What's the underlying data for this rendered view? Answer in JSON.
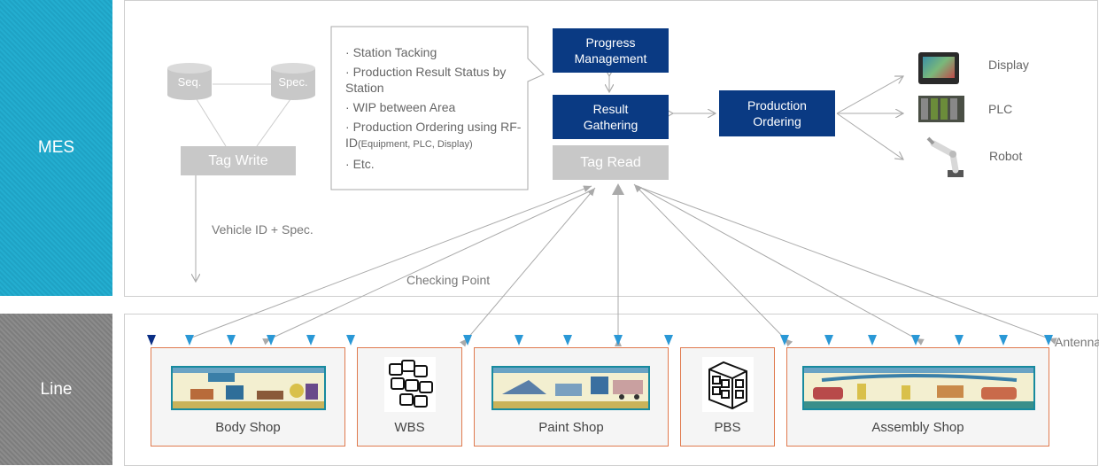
{
  "side": {
    "mes": "MES",
    "line": "Line"
  },
  "databases": [
    {
      "label": "Seq."
    },
    {
      "label": "Spec."
    }
  ],
  "tag_write": "Tag Write",
  "vehicle_label": "Vehicle ID + Spec.",
  "checking_point": "Checking Point",
  "functions": {
    "items": [
      "Station Tacking",
      "Production Result Status by Station",
      "WIP between Area"
    ],
    "ordering_main": "Production Ordering using RF-ID",
    "ordering_sub": "(Equipment, PLC, Display)",
    "etc": "Etc."
  },
  "progress_management": "Progress Management",
  "result_gathering": "Result Gathering",
  "tag_read": "Tag Read",
  "production_ordering": "Production Ordering",
  "devices": [
    {
      "label": "Display",
      "icon": "display-panel-icon"
    },
    {
      "label": "PLC",
      "icon": "plc-icon"
    },
    {
      "label": "Robot",
      "icon": "robot-arm-icon"
    }
  ],
  "antenna": "Antenna",
  "shops": [
    {
      "label": "Body Shop"
    },
    {
      "label": "WBS"
    },
    {
      "label": "Paint Shop"
    },
    {
      "label": "PBS"
    },
    {
      "label": "Assembly Shop"
    }
  ],
  "colors": {
    "navy": "#0a3a83",
    "teal": "#23aed0",
    "grey_side": "#888888",
    "shop_border": "#e07a4e",
    "antenna": "#2a98d6"
  }
}
